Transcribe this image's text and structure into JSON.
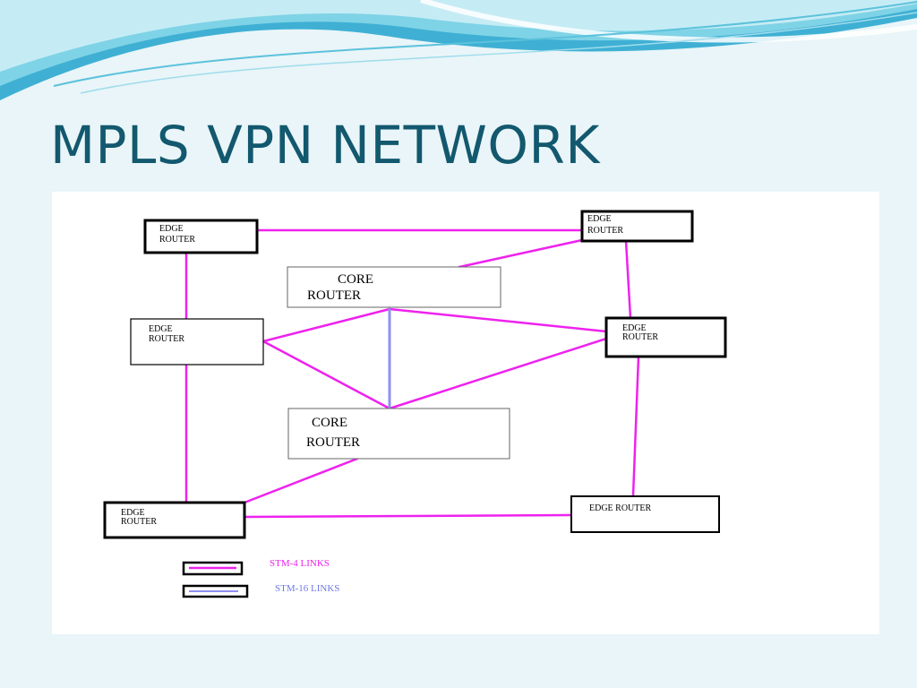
{
  "slide": {
    "title": "MPLS VPN NETWORK"
  },
  "colors": {
    "title": "#12586e",
    "stm4_link": "#ee22ee",
    "stm16_link": "#8f8ff2",
    "background": "#e9f5f8",
    "wave": "#7fd3e6"
  },
  "diagram": {
    "nodes": [
      {
        "id": "edge-tl",
        "type": "edge",
        "lines": [
          "EDGE",
          "ROUTER"
        ]
      },
      {
        "id": "edge-tr",
        "type": "edge",
        "lines": [
          "EDGE",
          "ROUTER"
        ]
      },
      {
        "id": "core-top",
        "type": "core",
        "lines": [
          "CORE",
          "ROUTER"
        ]
      },
      {
        "id": "edge-ml",
        "type": "edge",
        "lines": [
          "EDGE",
          "ROUTER"
        ]
      },
      {
        "id": "edge-mr",
        "type": "edge",
        "lines": [
          "EDGE",
          "ROUTER"
        ]
      },
      {
        "id": "core-bottom",
        "type": "core",
        "lines": [
          "CORE",
          "ROUTER"
        ]
      },
      {
        "id": "edge-bl",
        "type": "edge",
        "lines": [
          "EDGE",
          "ROUTER"
        ]
      },
      {
        "id": "edge-br",
        "type": "edge",
        "lines": [
          "EDGE ROUTER"
        ]
      }
    ],
    "links": [
      {
        "from": "edge-tl",
        "to": "edge-tr",
        "kind": "stm4"
      },
      {
        "from": "edge-tr",
        "to": "core-top",
        "kind": "stm4"
      },
      {
        "from": "edge-tl",
        "to": "edge-ml",
        "kind": "stm4"
      },
      {
        "from": "edge-tr",
        "to": "edge-mr",
        "kind": "stm4"
      },
      {
        "from": "edge-ml",
        "to": "core-top",
        "kind": "stm4"
      },
      {
        "from": "edge-ml",
        "to": "core-bottom",
        "kind": "stm4"
      },
      {
        "from": "core-top",
        "to": "edge-mr",
        "kind": "stm4"
      },
      {
        "from": "core-bottom",
        "to": "edge-mr",
        "kind": "stm4"
      },
      {
        "from": "core-top",
        "to": "core-bottom",
        "kind": "stm16"
      },
      {
        "from": "edge-ml",
        "to": "edge-bl",
        "kind": "stm4"
      },
      {
        "from": "edge-mr",
        "to": "edge-br",
        "kind": "stm4"
      },
      {
        "from": "core-bottom",
        "to": "edge-bl",
        "kind": "stm4"
      },
      {
        "from": "edge-bl",
        "to": "edge-br",
        "kind": "stm4"
      }
    ]
  },
  "legend": {
    "stm4_label": "STM-4 LINKS",
    "stm16_label": "STM-16 LINKS"
  }
}
